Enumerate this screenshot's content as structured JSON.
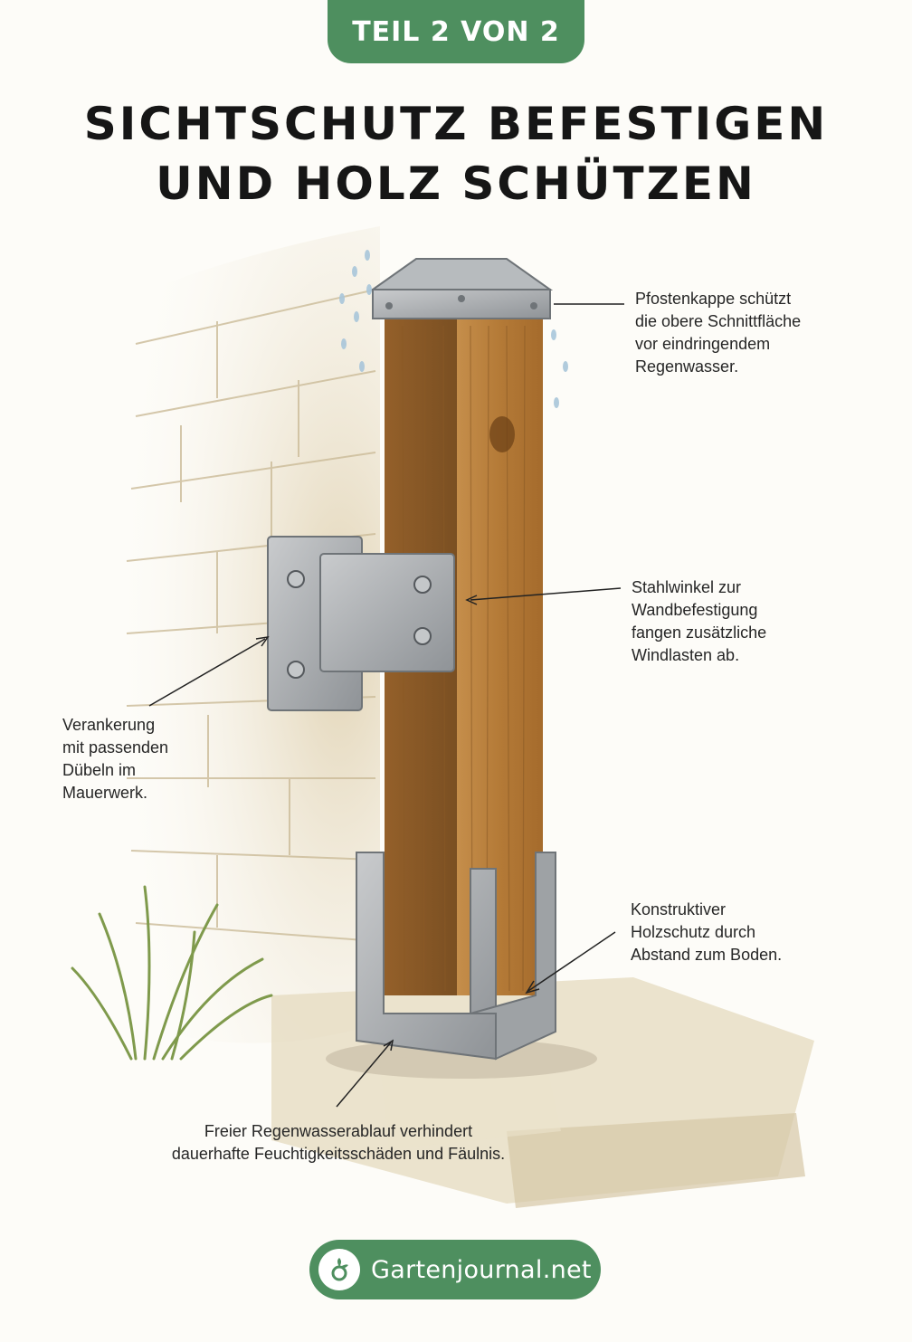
{
  "badge": {
    "text": "TEIL 2 VON 2"
  },
  "title": {
    "line1": "SICHTSCHUTZ BEFESTIGEN",
    "line2": "UND HOLZ SCHÜTZEN"
  },
  "labels": {
    "post_cap": [
      "Pfostenkappe schützt",
      "die obere Schnittfläche",
      "vor eindringendem",
      "Regenwasser."
    ],
    "steel_bracket": [
      "Stahlwinkel zur",
      "Wandbefestigung",
      "fangen zusätzliche",
      "Windlasten ab."
    ],
    "anchoring": [
      "Verankerung",
      "mit passenden",
      "Dübeln im",
      "Mauerwerk."
    ],
    "wood_protection": [
      "Konstruktiver",
      "Holzschutz durch",
      "Abstand zum Boden."
    ],
    "drainage": [
      "Freier Regenwasserablauf verhindert",
      "dauerhafte Feuchtigkeitsschäden und Fäulnis."
    ]
  },
  "brand": {
    "name": "Gartenjournal.net",
    "icon": "garden-logo-icon"
  },
  "colors": {
    "accent_green": "#4e8f5f",
    "wood": "#b9833f",
    "steel": "#a9acae",
    "brick": "#e4d7bb"
  }
}
